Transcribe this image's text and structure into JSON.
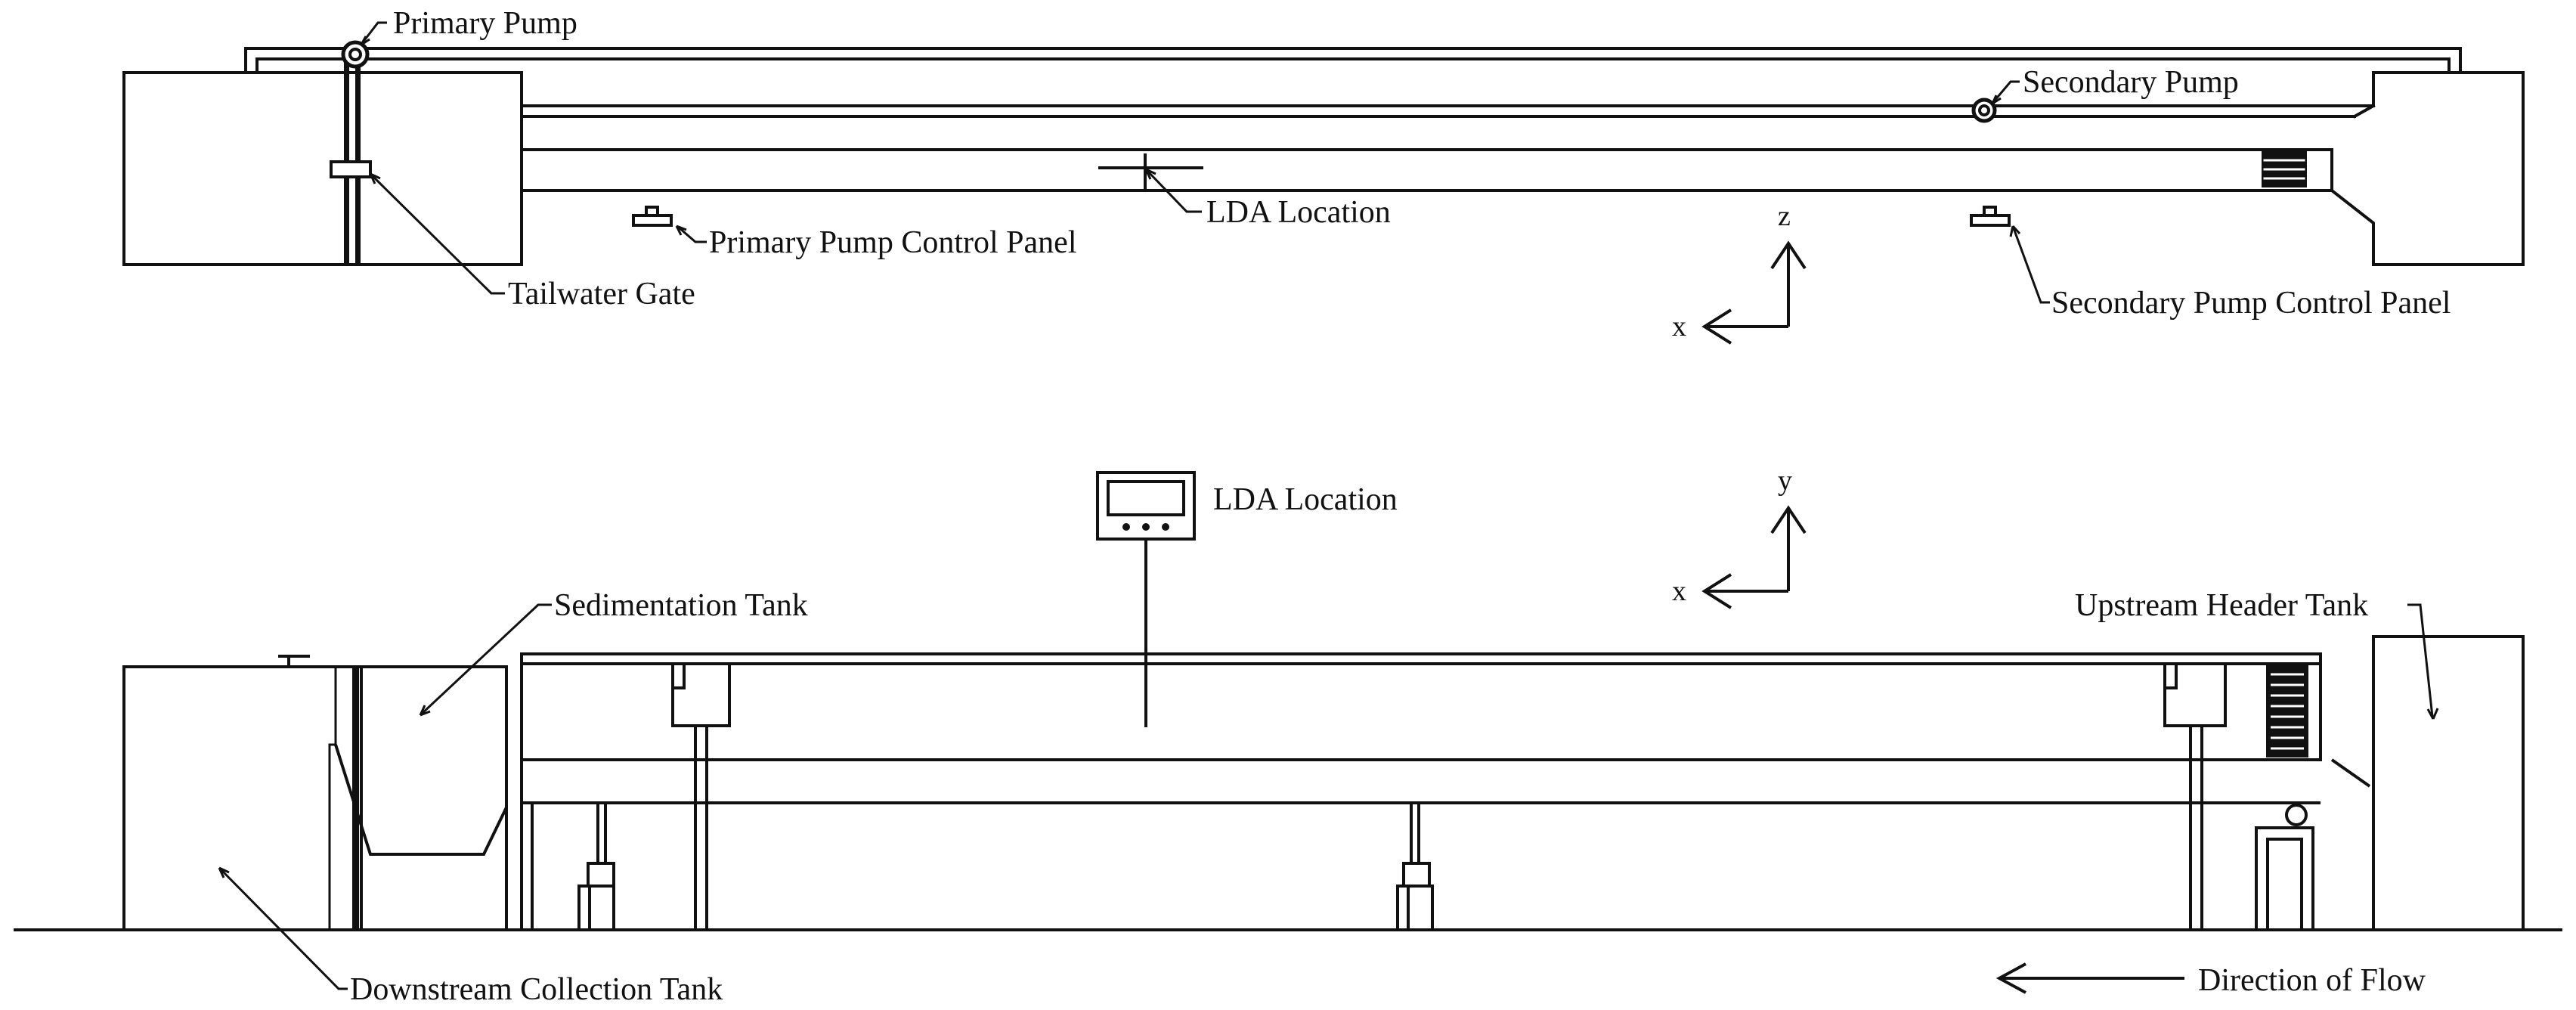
{
  "labels": {
    "primary_pump": "Primary Pump",
    "secondary_pump": "Secondary Pump",
    "lda_location_top": "LDA Location",
    "primary_pump_control_panel": "Primary Pump Control Panel",
    "tailwater_gate": "Tailwater Gate",
    "secondary_pump_control_panel": "Secondary Pump Control Panel",
    "lda_location_side": "LDA Location",
    "sedimentation_tank": "Sedimentation Tank",
    "upstream_header_tank": "Upstream Header Tank",
    "downstream_collection_tank": "Downstream Collection Tank",
    "direction_of_flow": "Direction of Flow"
  },
  "axes": {
    "top_view": {
      "horizontal": "x",
      "vertical": "z"
    },
    "side_view": {
      "horizontal": "x",
      "vertical": "y"
    }
  }
}
